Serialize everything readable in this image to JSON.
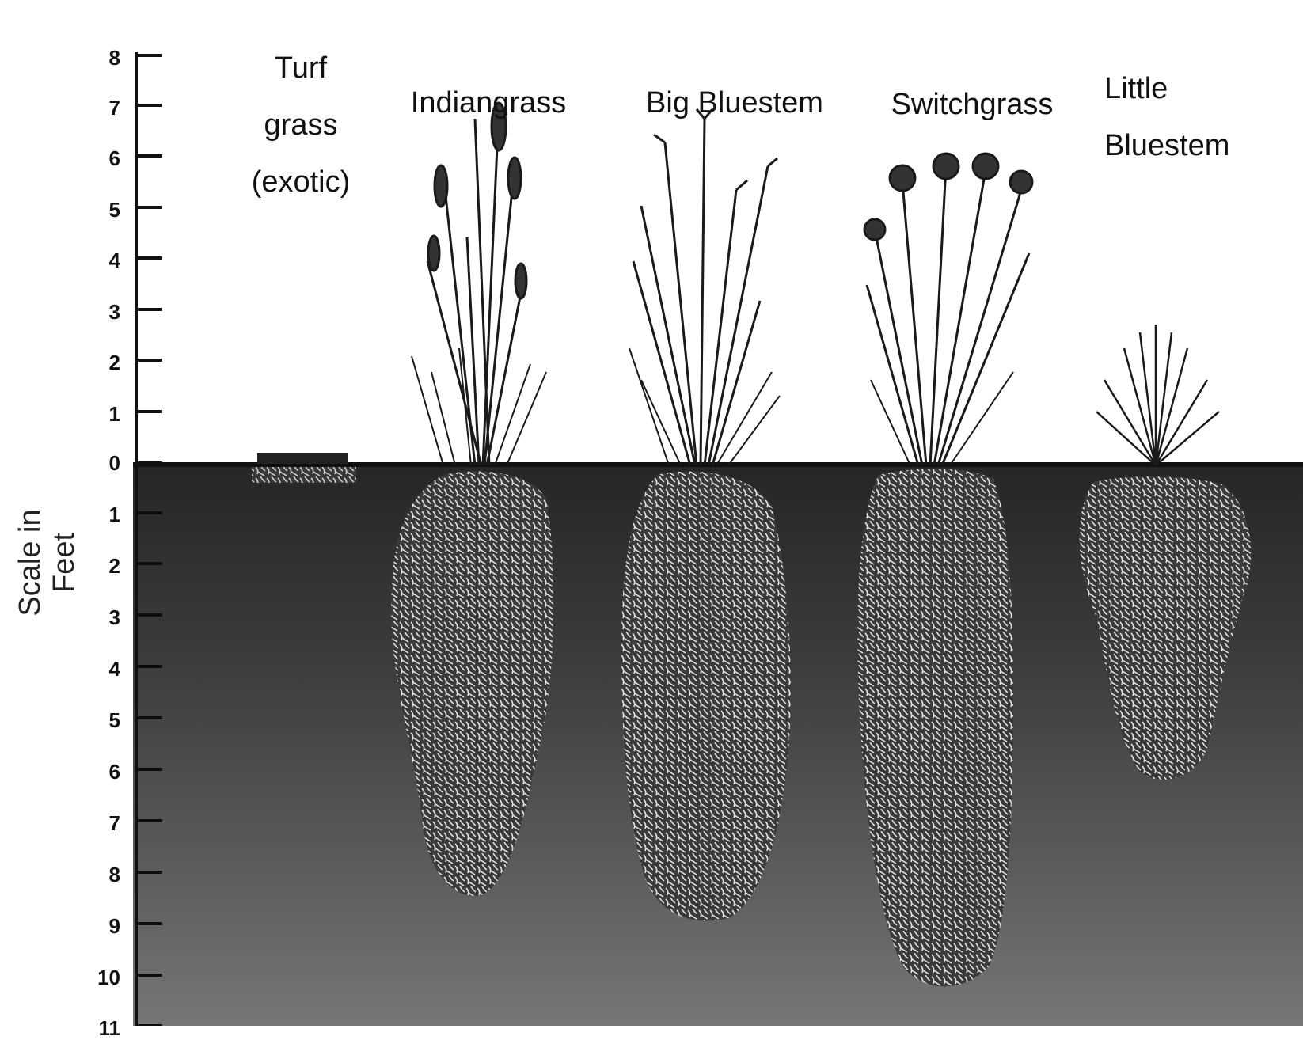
{
  "scale_label": "Scale in Feet",
  "ticks_above": [
    "8",
    "7",
    "6",
    "5",
    "4",
    "3",
    "2",
    "1",
    "0"
  ],
  "ticks_below": [
    "1",
    "2",
    "3",
    "4",
    "5",
    "6",
    "7",
    "8",
    "9",
    "10",
    "11"
  ],
  "grasses": [
    {
      "id": "turf",
      "line1": "Turf",
      "line2": "grass",
      "line3": "(exotic)"
    },
    {
      "id": "indian",
      "line1": "Indiangrass"
    },
    {
      "id": "bigblue",
      "line1": "Big Bluestem"
    },
    {
      "id": "switch",
      "line1": "Switchgrass"
    },
    {
      "id": "littleblue",
      "line1": "Little",
      "line2": "Bluestem"
    }
  ],
  "colors": {
    "soil_top": "#2a2a2a",
    "soil_bottom": "#6e6e6e",
    "root": "#d8d8d8",
    "stem": "#1a1a1a"
  }
}
